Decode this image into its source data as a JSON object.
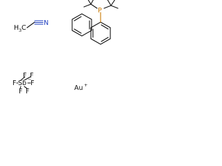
{
  "molecules": {
    "acetonitrile": {
      "methyl": "H",
      "methyl_sub": "3",
      "methyl_c": "C",
      "nitrile_n": "N"
    },
    "ligand": {
      "phosphorus": "P"
    },
    "hexafluoroantimonate": {
      "antimony": "Sb",
      "fluorines": [
        "F",
        "F",
        "F",
        "F",
        "F",
        "F"
      ],
      "charge": "−"
    },
    "gold": {
      "symbol": "Au",
      "charge": "+"
    }
  },
  "colors": {
    "bond": "#111111",
    "nitrogen": "#1f3fbf",
    "phosphorus": "#c87800"
  }
}
